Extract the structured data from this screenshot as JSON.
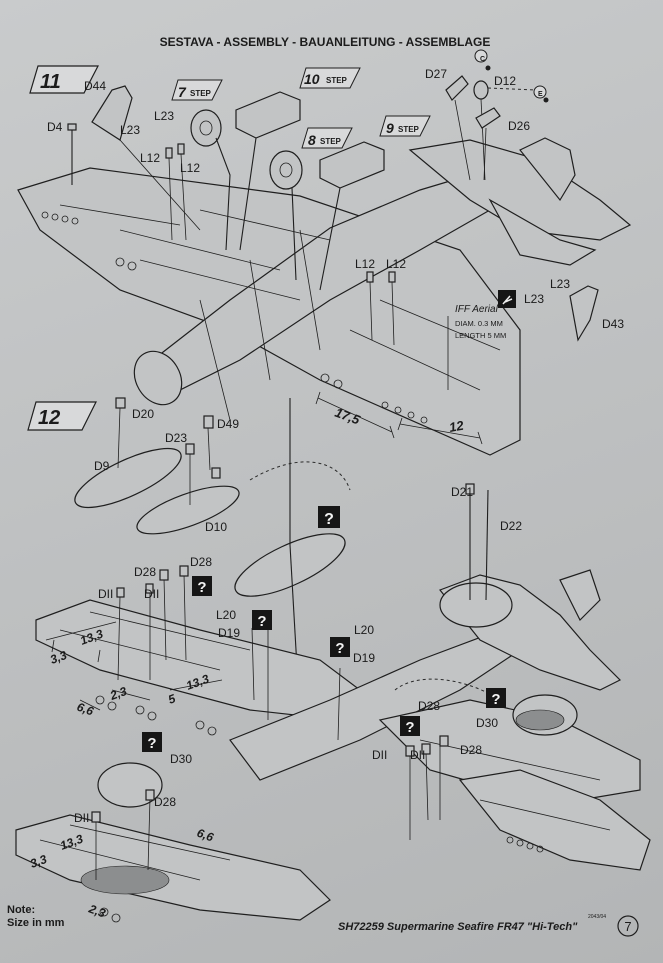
{
  "header": {
    "title": "SESTAVA - ASSEMBLY - BAUANLEITUNG - ASSEMBLAGE"
  },
  "steps": {
    "s11": "11",
    "s12": "12",
    "s7": "7",
    "s8": "8",
    "s9": "9",
    "s10": "10",
    "step_word": "STEP"
  },
  "parts": {
    "d44": "D44",
    "d4": "D4",
    "l23a": "L23",
    "l23b": "L23",
    "l12a": "L12",
    "l12b": "L12",
    "d27": "D27",
    "d12": "D12",
    "d26": "D26",
    "l12c": "L12",
    "l12d": "L12",
    "l23c": "L23",
    "l23d": "L23",
    "d43": "D43",
    "d20": "D20",
    "d23": "D23",
    "d49": "D49",
    "d9": "D9",
    "d10": "D10",
    "d21": "D21",
    "d22": "D22",
    "d28a": "D28",
    "d28b": "D28",
    "d11a": "DII",
    "d11b": "DII",
    "l20a": "L20",
    "l20b": "L20",
    "d19a": "D19",
    "d19b": "D19",
    "d28c": "D28",
    "d30a": "D30",
    "d11c": "DII",
    "d11d": "DII",
    "d28d": "D28",
    "d30b": "D30",
    "d11e": "DII",
    "d28e": "D28"
  },
  "markers": {
    "c": "C",
    "e": "E",
    "question": "?"
  },
  "dimensions": {
    "d175": "17,5",
    "d12": "12",
    "a33": "3,3",
    "a133": "13,3",
    "a66": "6,6",
    "a23": "2,3",
    "a5": "5",
    "a133b": "13,3",
    "b33": "3,3",
    "b133": "13,3",
    "b66": "6,6",
    "b23": "2,3"
  },
  "aerial": {
    "title": "IFF Aerial",
    "diam": "DIAM. 0.3 MM",
    "length": "LENGTH 5 MM"
  },
  "note": {
    "line1": "Note:",
    "line2": "Size in mm"
  },
  "footer": {
    "model": "SH72259 Supermarine Seafire FR47 \"Hi-Tech\"",
    "code": "2043/04",
    "page": "7"
  },
  "colors": {
    "ink": "#1f1f1f",
    "paper": "#c4c6c7"
  }
}
